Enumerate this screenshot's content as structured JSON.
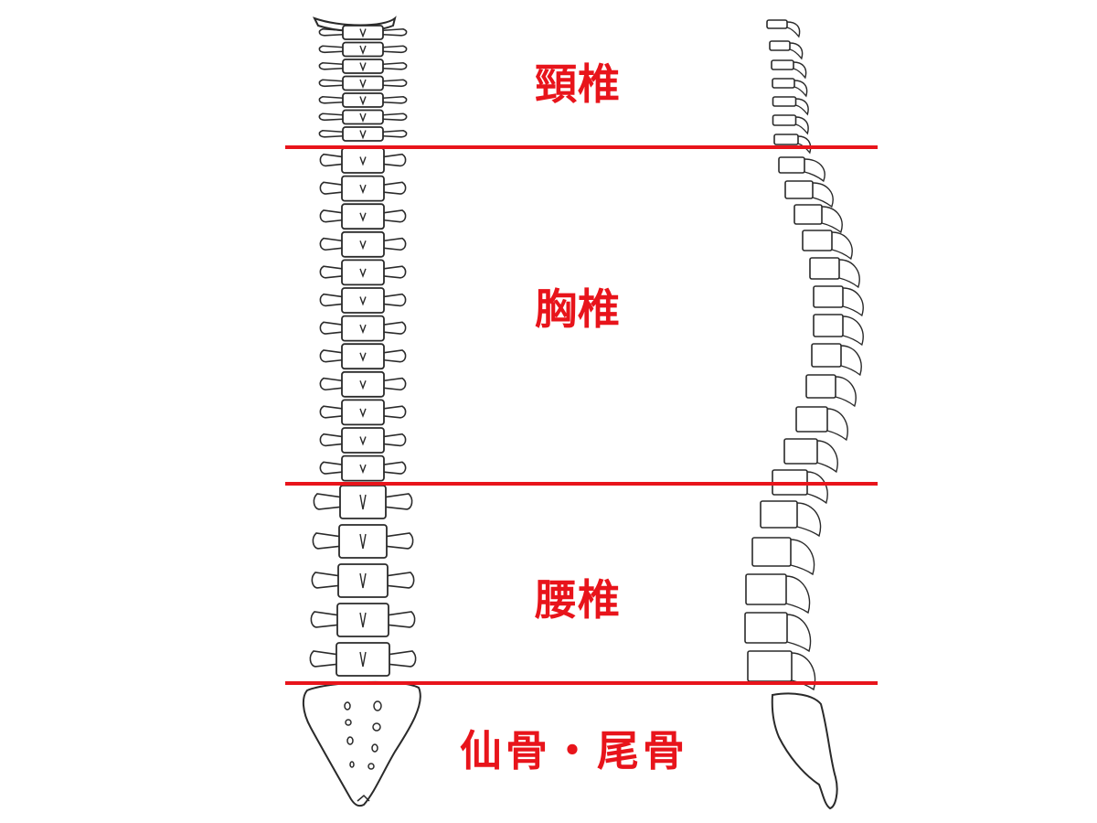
{
  "regions": {
    "cervical": "頸椎",
    "thoracic": "胸椎",
    "lumbar": "腰椎",
    "sacrum_coccyx": "仙骨・尾骨"
  },
  "colors": {
    "label": "#e8141b",
    "divider": "#e8141b",
    "bone_outline": "#2a2a2a"
  },
  "vertebrae_counts": {
    "cervical": 7,
    "thoracic": 12,
    "lumbar": 5
  }
}
